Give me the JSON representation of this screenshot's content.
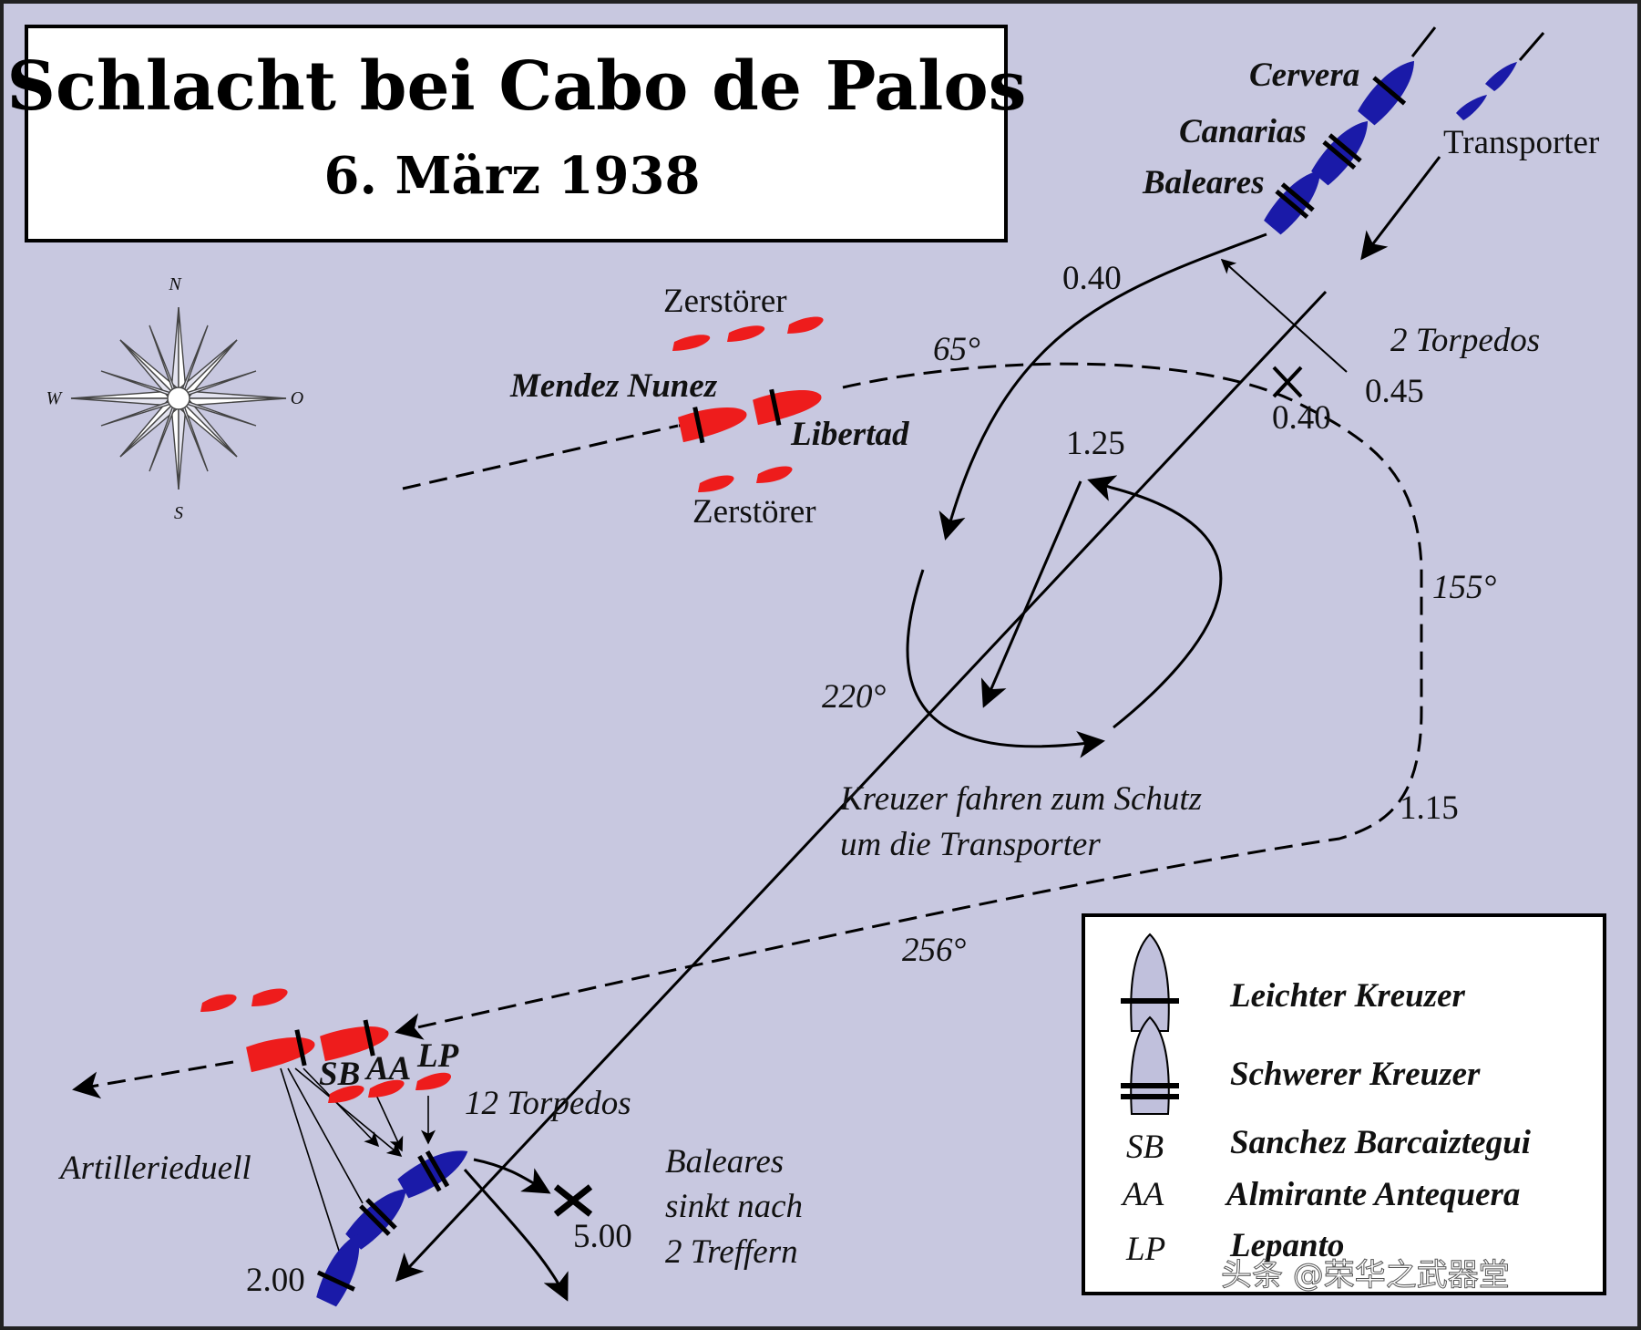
{
  "title": {
    "main": "Schlacht bei Cabo de Palos",
    "date": "6. März 1938"
  },
  "compass": {
    "n": "N",
    "s": "S",
    "w": "W",
    "o": "O"
  },
  "ships": {
    "cervera": "Cervera",
    "canarias": "Canarias",
    "baleares": "Baleares",
    "transporter": "Transporter",
    "mendez": "Mendez Nunez",
    "libertad": "Libertad",
    "zerstoerer_top": "Zerstörer",
    "zerstoerer_bottom": "Zerstörer",
    "sb": "SB",
    "aa": "AA",
    "lp": "LP"
  },
  "annotations": {
    "t040_top": "0.40",
    "t040_mid": "0.40",
    "t045": "0.45",
    "torpedos2": "2 Torpedos",
    "t125": "1.25",
    "deg65": "65°",
    "deg155": "155°",
    "deg220": "220°",
    "deg256": "256°",
    "t115": "1.15",
    "cruiser_line1": "Kreuzer fahren zum Schutz",
    "cruiser_line2": "um die Transporter",
    "torpedos12": "12 Torpedos",
    "artillery": "Artillerieduell",
    "sink_line1": "Baleares",
    "sink_line2": "sinkt nach",
    "sink_line3": "2 Treffern",
    "t500": "5.00",
    "t200": "2.00"
  },
  "legend": {
    "light": "Leichter Kreuzer",
    "heavy": "Schwerer Kreuzer",
    "sb_abbr": "SB",
    "sb_name": "Sanchez Barcaiztegui",
    "aa_abbr": "AA",
    "aa_name": "Almirante Antequera",
    "lp_abbr": "LP",
    "lp_name": "Lepanto"
  },
  "watermark": "头条 @荣华之武器堂",
  "colors": {
    "sea": "#c8c8e0",
    "nationalist": "#1a1aa8",
    "republican": "#ee1c1c",
    "legend_ship": "#c0c0dc"
  }
}
